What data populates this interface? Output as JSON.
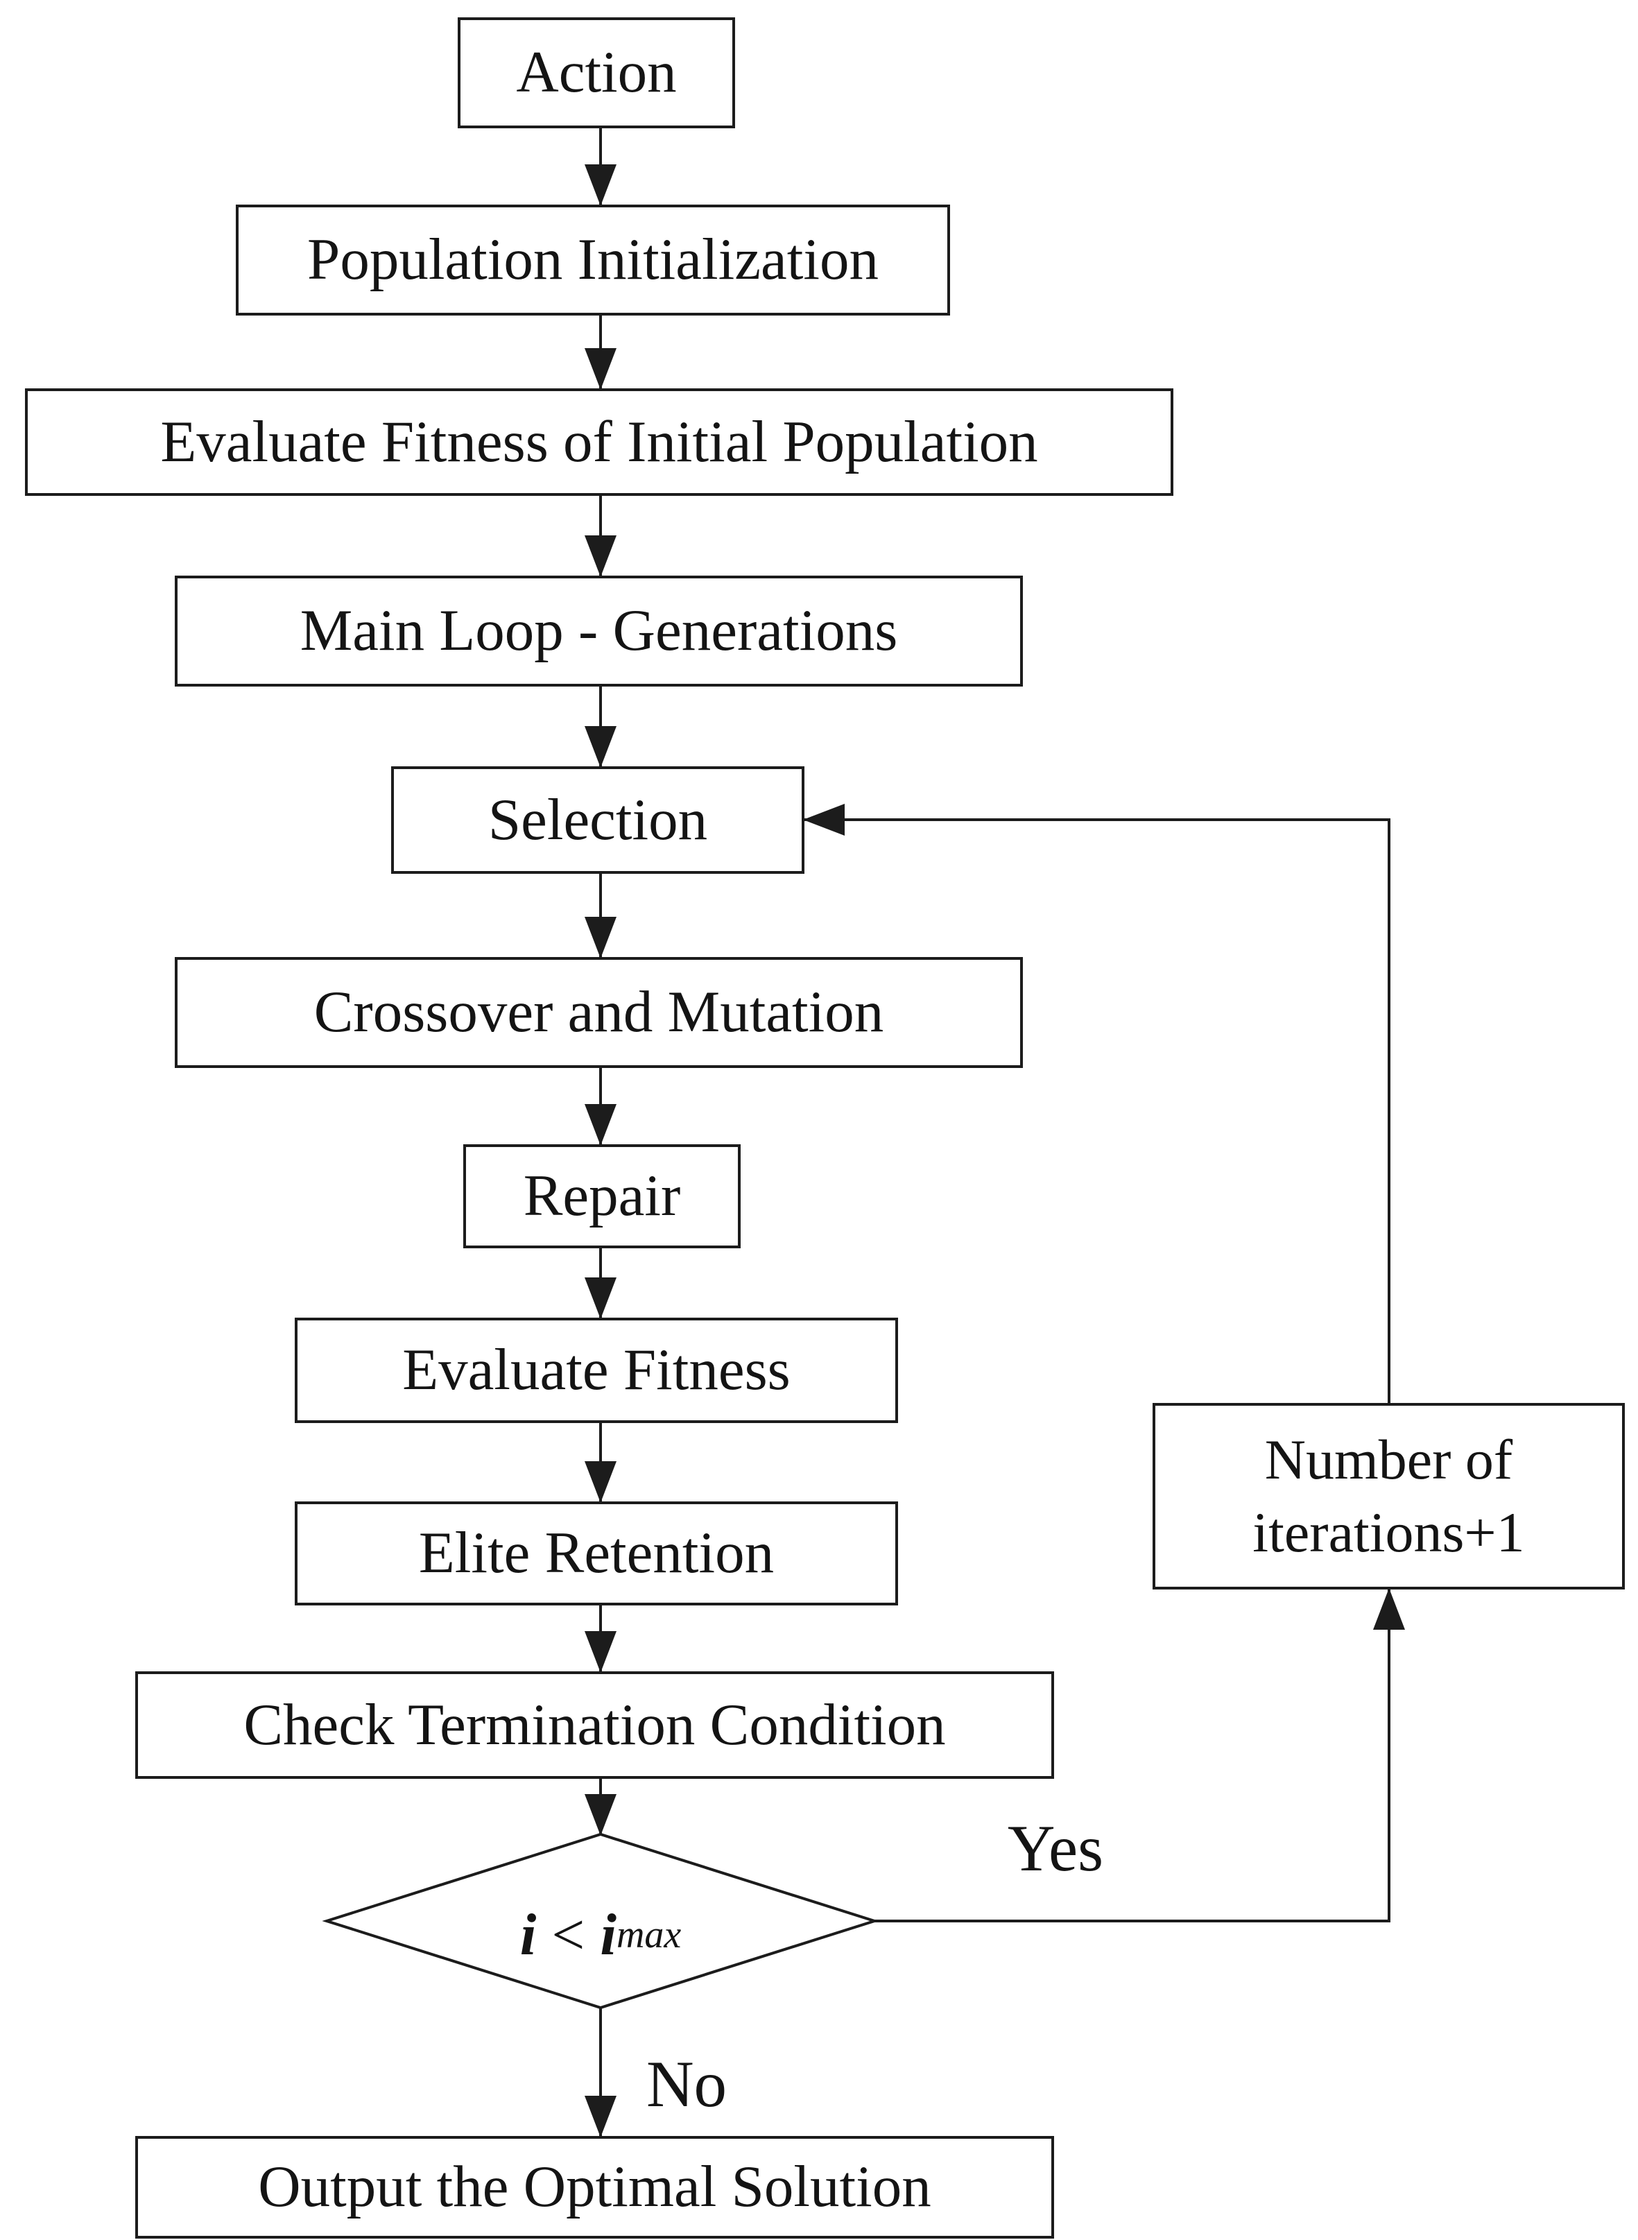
{
  "figure": {
    "background": "#ffffff",
    "line_color": "#1c1c1c",
    "text_color": "#141414"
  },
  "nodes": {
    "action": {
      "label": "Action"
    },
    "population_init": {
      "label": "Population Initialization"
    },
    "evaluate_initial": {
      "label": "Evaluate Fitness of Initial Population"
    },
    "main_loop": {
      "label": "Main Loop - Generations"
    },
    "selection": {
      "label": "Selection"
    },
    "crossover": {
      "label": "Crossover and Mutation"
    },
    "repair": {
      "label": "Repair"
    },
    "evaluate_fitness": {
      "label": "Evaluate Fitness"
    },
    "elite_retention": {
      "label": "Elite Retention"
    },
    "check_termination": {
      "label": "Check Termination Condition"
    },
    "output": {
      "label": "Output the Optimal Solution"
    },
    "iteration_counter": {
      "line1": "Number of",
      "line2": "iterations+1"
    }
  },
  "decision": {
    "var_left": "i",
    "operator": "<",
    "var_right": "i",
    "subscript": "max"
  },
  "edge_labels": {
    "yes": "Yes",
    "no": "No"
  }
}
